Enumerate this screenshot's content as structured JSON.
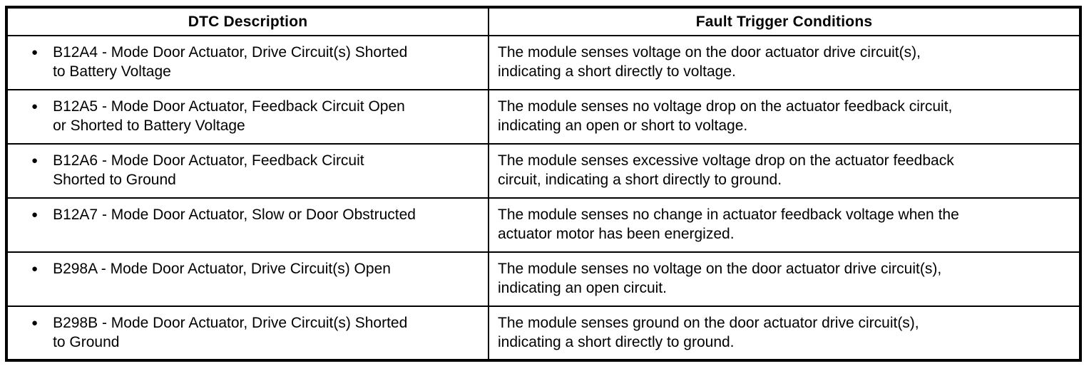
{
  "colors": {
    "border": "#000000",
    "text": "#000000",
    "background": "#ffffff"
  },
  "table": {
    "bullet_glyph": "●",
    "headers": [
      "DTC Description",
      "Fault Trigger Conditions"
    ],
    "rows": [
      {
        "dtc": "B12A4 - Mode Door Actuator, Drive Circuit(s) Shorted\nto Battery Voltage",
        "condition": "The module senses voltage on the door actuator drive circuit(s),\nindicating a short directly to voltage."
      },
      {
        "dtc": "B12A5 - Mode Door Actuator, Feedback Circuit Open\nor Shorted to Battery Voltage",
        "condition": "The module senses no voltage drop on the actuator feedback circuit,\nindicating an open or short to voltage."
      },
      {
        "dtc": "B12A6 - Mode Door Actuator, Feedback Circuit\nShorted to Ground",
        "condition": "The module senses excessive voltage drop on the actuator feedback\ncircuit, indicating a short directly to ground."
      },
      {
        "dtc": "B12A7 - Mode Door Actuator, Slow or Door Obstructed",
        "condition": "The module senses no change in actuator feedback voltage when the\nactuator motor has been energized."
      },
      {
        "dtc": "B298A - Mode Door Actuator, Drive Circuit(s) Open",
        "condition": "The module senses no voltage on the door actuator drive circuit(s),\nindicating an open circuit."
      },
      {
        "dtc": "B298B - Mode Door Actuator, Drive Circuit(s) Shorted\nto Ground",
        "condition": "The module senses ground on the door actuator drive circuit(s),\nindicating a short directly to ground."
      }
    ]
  }
}
